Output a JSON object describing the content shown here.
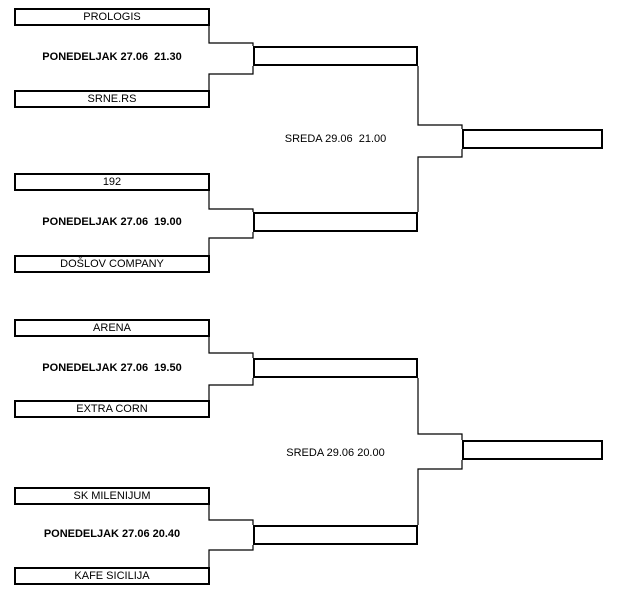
{
  "colors": {
    "background": "#ffffff",
    "line": "#000000",
    "text": "#000000"
  },
  "bracket": {
    "round1": {
      "matches": [
        {
          "team1": "PROLOGIS",
          "team2": "SRNE.RS",
          "schedule": "PONEDELJAK 27.06  21.30"
        },
        {
          "team1": "192",
          "team2": "DOŠLOV COMPANY",
          "schedule": "PONEDELJAK 27.06  19.00"
        },
        {
          "team1": "ARENA",
          "team2": "EXTRA CORN",
          "schedule": "PONEDELJAK 27.06  19.50"
        },
        {
          "team1": "SK MILENIJUM",
          "team2": "KAFE SICILIJA",
          "schedule": "PONEDELJAK 27.06 20.40"
        }
      ]
    },
    "semifinals": {
      "matches": [
        {
          "schedule": "SREDA 29.06  21.00"
        },
        {
          "schedule": "SREDA 29.06 20.00"
        }
      ]
    }
  }
}
